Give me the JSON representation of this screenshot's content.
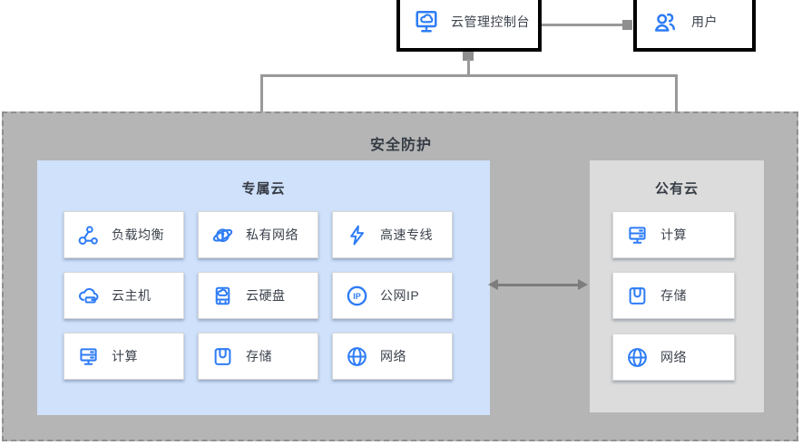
{
  "diagram": {
    "console": {
      "label": "云管理控制台"
    },
    "user": {
      "label": "用户"
    },
    "security_zone": {
      "title": "安全防护"
    },
    "dedicated_cloud": {
      "title": "专属云",
      "items": [
        {
          "label": "负载均衡",
          "icon": "load-balancer-icon"
        },
        {
          "label": "私有网络",
          "icon": "private-network-icon"
        },
        {
          "label": "高速专线",
          "icon": "express-line-icon"
        },
        {
          "label": "云主机",
          "icon": "cloud-host-icon"
        },
        {
          "label": "云硬盘",
          "icon": "cloud-disk-icon"
        },
        {
          "label": "公网IP",
          "icon": "public-ip-icon"
        },
        {
          "label": "计算",
          "icon": "compute-icon"
        },
        {
          "label": "存储",
          "icon": "storage-icon"
        },
        {
          "label": "网络",
          "icon": "network-icon"
        }
      ]
    },
    "public_cloud": {
      "title": "公有云",
      "items": [
        {
          "label": "计算",
          "icon": "compute-icon"
        },
        {
          "label": "存储",
          "icon": "storage-icon"
        },
        {
          "label": "网络",
          "icon": "network-icon"
        }
      ]
    },
    "public_ip_icon_text": "IP",
    "colors": {
      "accent_blue": "#2e7cf6",
      "zone_bg": "#b5b5b5",
      "dedicated_bg": "#cfe1fb",
      "public_bg": "#dcdcdc",
      "connector_gray": "#999999",
      "node_border": "#000000"
    }
  }
}
